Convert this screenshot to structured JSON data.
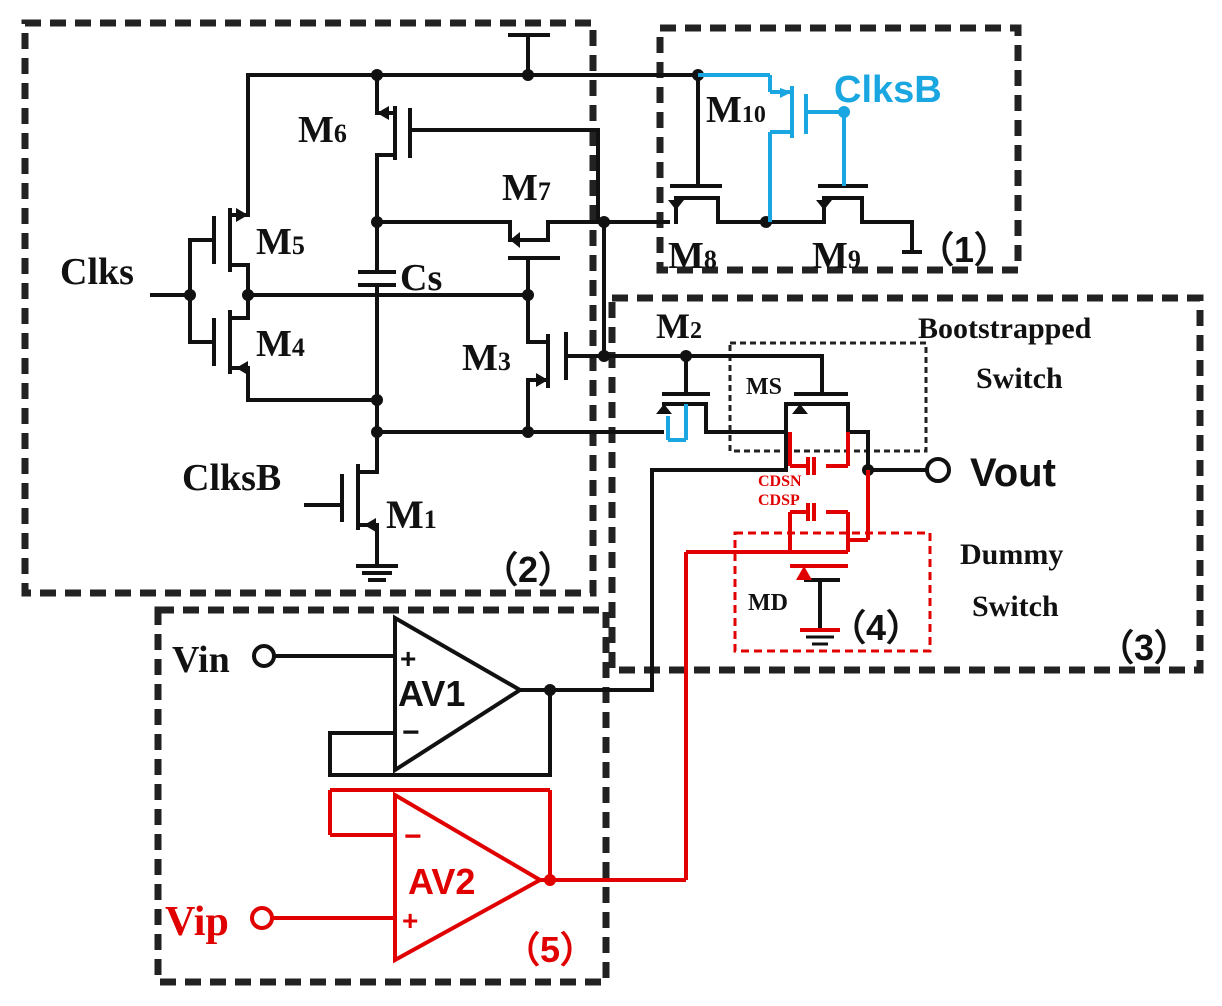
{
  "colors": {
    "main": "#000000",
    "blue": "#1aa6e0",
    "red": "#e00000"
  },
  "labels": {
    "clks": "Clks",
    "clksb_left": "ClksB",
    "clksb_blue": "ClksB",
    "cs": "Cs",
    "vin": "Vin",
    "vip": "Vip",
    "vout": "Vout",
    "av1": "AV1",
    "av2": "AV2",
    "bootstrapped": "Bootstrapped",
    "switch_word": "Switch",
    "dummy": "Dummy",
    "dummy_switch": "Switch",
    "cdsn": "CDSN",
    "cdsp": "CDSP",
    "ms": "MS",
    "md": "MD",
    "plus": "+",
    "minus": "−"
  },
  "transistors": {
    "m1": {
      "name": "M",
      "sub": "1"
    },
    "m2": {
      "name": "M",
      "sub": "2"
    },
    "m3": {
      "name": "M",
      "sub": "3"
    },
    "m4": {
      "name": "M",
      "sub": "4"
    },
    "m5": {
      "name": "M",
      "sub": "5"
    },
    "m6": {
      "name": "M",
      "sub": "6"
    },
    "m7": {
      "name": "M",
      "sub": "7"
    },
    "m8": {
      "name": "M",
      "sub": "8"
    },
    "m9": {
      "name": "M",
      "sub": "9"
    },
    "m10": {
      "name": "M",
      "sub": "10"
    }
  },
  "blocks": {
    "b1": "（1）",
    "b2": "（2）",
    "b3": "（3）",
    "b4": "（4）",
    "b5": "（5）"
  }
}
